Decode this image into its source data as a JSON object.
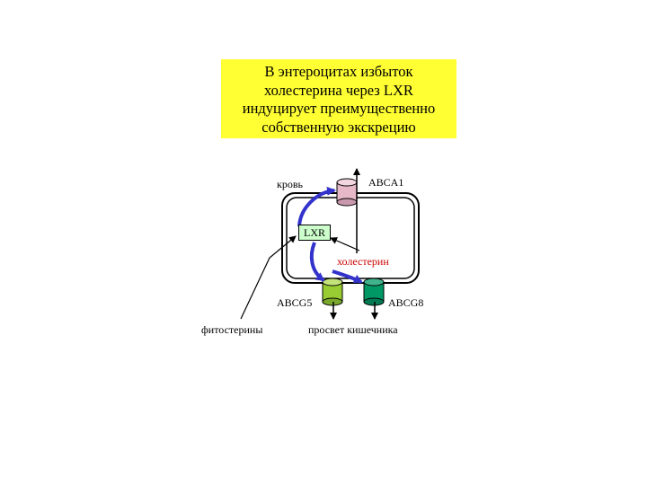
{
  "title": {
    "lines": [
      "В энтероцитах избыток",
      "холестерина через LXR",
      "индуцирует преимущественно",
      "собственную экскрецию"
    ]
  },
  "labels": {
    "blood": "кровь",
    "abca1": "ABCA1",
    "lxr": "LXR",
    "cholesterol": "холестерин",
    "abcg5": "ABCG5",
    "abcg8": "ABCG8",
    "phytosterols": "фитостерины",
    "lumen": "просвет кишечника"
  },
  "colors": {
    "title_bg": "#ffff33",
    "lxr_bg": "#ccffcc",
    "arc_blue": "#3333cc",
    "cholesterol_red": "#cc0000",
    "abca1_fill": "#e6b8c8",
    "abcg5_fill": "#99cc33",
    "abcg8_fill": "#009966"
  }
}
